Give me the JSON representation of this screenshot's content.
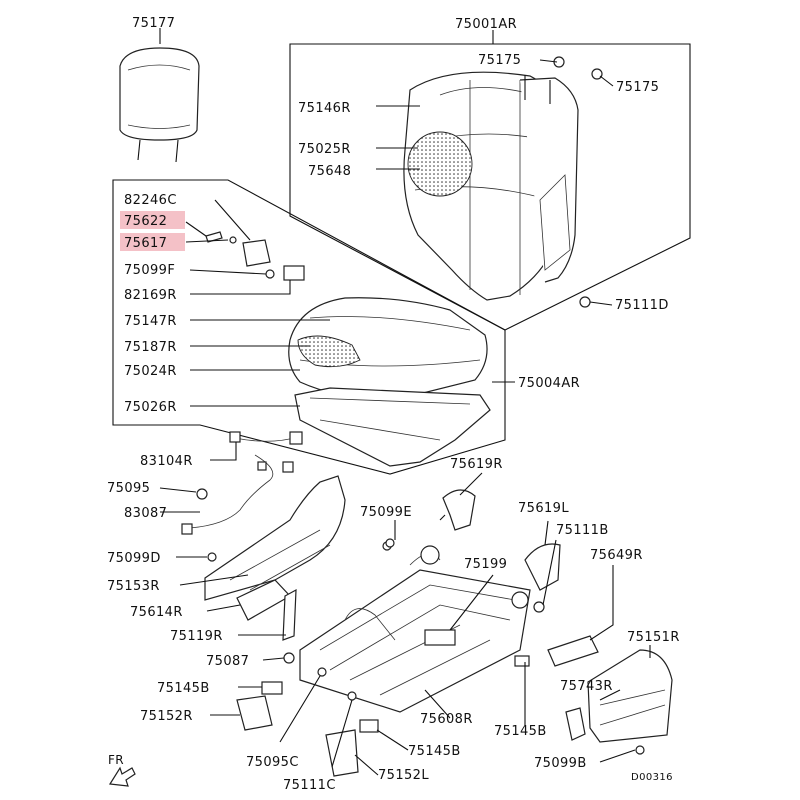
{
  "diagram": {
    "code": "D00316",
    "direction_label": "FR",
    "part_labels": [
      "75177",
      "75001AR",
      "75175",
      "75175",
      "75146R",
      "75025R",
      "75648",
      "82246C",
      "75622",
      "75617",
      "75099F",
      "82169R",
      "75147R",
      "75187R",
      "75024R",
      "75026R",
      "75004AR",
      "75111D",
      "83104R",
      "75095",
      "83087",
      "75619R",
      "75099E",
      "75619L",
      "75111B",
      "75199",
      "75649R",
      "75099D",
      "75153R",
      "75614R",
      "75119R",
      "75087",
      "75145B",
      "75152R",
      "75095C",
      "75111C",
      "75152L",
      "75145B",
      "75608R",
      "75145B",
      "75743R",
      "75151R",
      "75099B"
    ],
    "highlighted_parts": [
      "75622",
      "75617"
    ],
    "highlight_color": "#f4c1c7"
  }
}
